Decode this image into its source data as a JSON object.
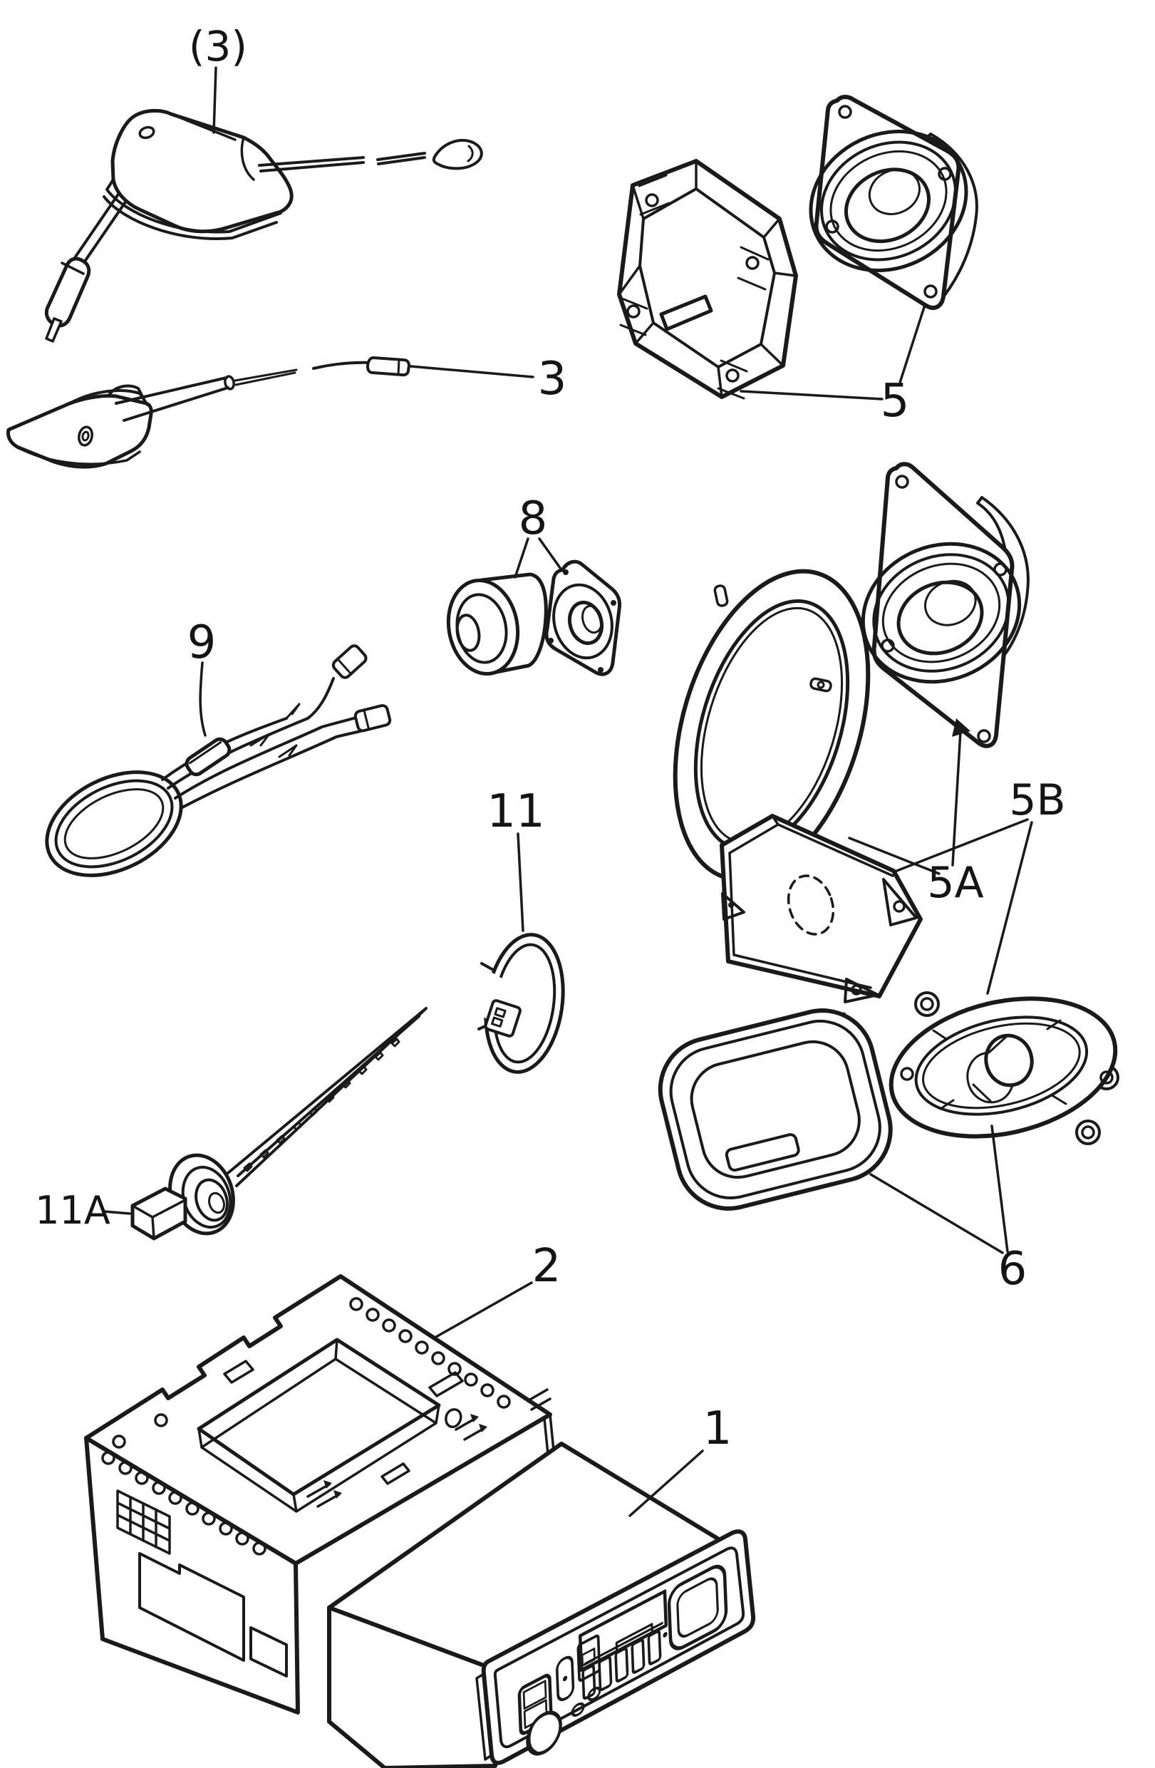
{
  "diagram": {
    "type": "exploded-parts-diagram",
    "subject": "car audio system components (radio, antennas, speakers, mounting hardware)",
    "colors": {
      "ink": "#1a1a1a",
      "paper": "#ffffff"
    }
  },
  "labels": {
    "roof_antenna": "(3)",
    "mast_antenna": "3",
    "front_speaker_set": "5",
    "door_speaker_set": "5A",
    "rear_speaker_box": "5B",
    "oval_speaker_set": "6",
    "tweeter_set": "8",
    "wiring_harness": "9",
    "clamp": "11",
    "cable_tie": "11A",
    "mounting_sleeve": "2",
    "radio": "1"
  }
}
